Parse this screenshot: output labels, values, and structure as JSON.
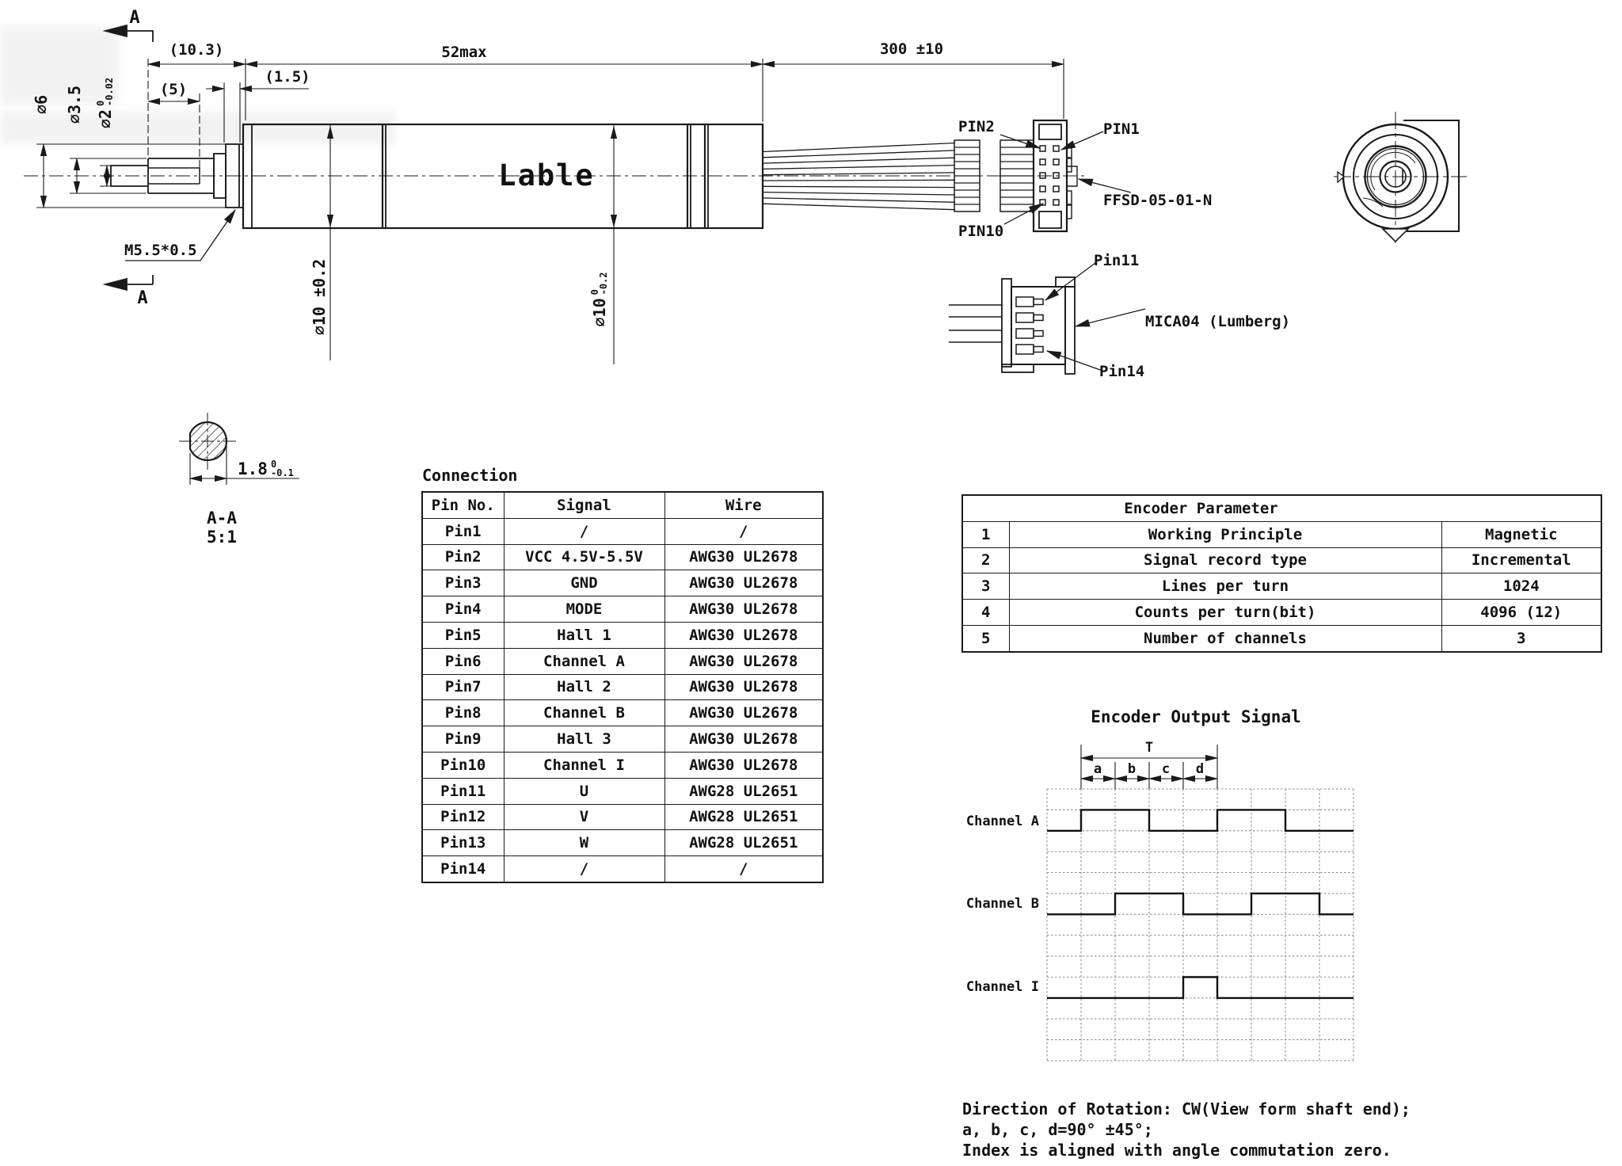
{
  "view": {
    "bg": "#ffffff",
    "ink": "#1a1a1a"
  },
  "side_view": {
    "label_on_body": "Lable",
    "dims": {
      "protrusion": "(10.3)",
      "flat_len": "(5)",
      "spacer": "(1.5)",
      "body_len": "52max",
      "cable_len": "300 ±10",
      "dia6": "⌀6",
      "dia3_5": "⌀3.5",
      "dia2": "⌀2",
      "dia2_tol_hi": "0",
      "dia2_tol_lo": "-0.02",
      "thread": "M5.5*0.5",
      "dia10_front": "⌀10 ±0.2",
      "dia10_rear": "⌀10",
      "dia10_rear_tol_hi": "0",
      "dia10_rear_tol_lo": "-0.2",
      "section_mark": "A"
    },
    "connector_labels": {
      "pin1": "PIN1",
      "pin2": "PIN2",
      "pin10": "PIN10",
      "ffsd": "FFSD-05-01-N",
      "pin11": "Pin11",
      "pin14": "Pin14",
      "mica": "MICA04 (Lumberg)"
    }
  },
  "section_view": {
    "dim": "1.8",
    "tol_hi": "0",
    "tol_lo": "-0.1",
    "name": "A-A",
    "scale": "5:1"
  },
  "connection_table": {
    "title": "Connection",
    "headers": [
      "Pin No.",
      "Signal",
      "Wire"
    ],
    "rows": [
      [
        "Pin1",
        "/",
        "/"
      ],
      [
        "Pin2",
        "VCC 4.5V-5.5V",
        "AWG30 UL2678"
      ],
      [
        "Pin3",
        "GND",
        "AWG30 UL2678"
      ],
      [
        "Pin4",
        "MODE",
        "AWG30 UL2678"
      ],
      [
        "Pin5",
        "Hall 1",
        "AWG30 UL2678"
      ],
      [
        "Pin6",
        "Channel A",
        "AWG30 UL2678"
      ],
      [
        "Pin7",
        "Hall 2",
        "AWG30 UL2678"
      ],
      [
        "Pin8",
        "Channel B",
        "AWG30 UL2678"
      ],
      [
        "Pin9",
        "Hall 3",
        "AWG30 UL2678"
      ],
      [
        "Pin10",
        "Channel I",
        "AWG30 UL2678"
      ],
      [
        "Pin11",
        "U",
        "AWG28 UL2651"
      ],
      [
        "Pin12",
        "V",
        "AWG28 UL2651"
      ],
      [
        "Pin13",
        "W",
        "AWG28 UL2651"
      ],
      [
        "Pin14",
        "/",
        "/"
      ]
    ]
  },
  "encoder_table": {
    "title": "Encoder Parameter",
    "rows": [
      [
        "1",
        "Working Principle",
        "Magnetic"
      ],
      [
        "2",
        "Signal record type",
        "Incremental"
      ],
      [
        "3",
        "Lines per turn",
        "1024"
      ],
      [
        "4",
        "Counts per turn(bit)",
        "4096 (12)"
      ],
      [
        "5",
        "Number of channels",
        "3"
      ]
    ]
  },
  "chart_data": {
    "type": "line",
    "subtype": "digital-timing-diagram",
    "title": "Encoder Output Signal",
    "channels": [
      "Channel A",
      "Channel B",
      "Channel I"
    ],
    "grid": {
      "cols": 9,
      "rows": 13,
      "style": "dotted",
      "visible": true
    },
    "x_axis": {
      "unit": "grid cells",
      "range": [
        0,
        9
      ],
      "cell_electrical_deg": 90
    },
    "series": [
      {
        "name": "Channel A",
        "wave": "square",
        "rise_cells": [
          1,
          5
        ],
        "fall_cells": [
          3,
          7
        ],
        "duty": "50%"
      },
      {
        "name": "Channel B",
        "wave": "square",
        "rise_cells": [
          2,
          6
        ],
        "fall_cells": [
          4,
          8
        ],
        "phase_vs_A_deg": 90
      },
      {
        "name": "Channel I",
        "wave": "pulse",
        "rise_cells": [
          4
        ],
        "fall_cells": [
          5
        ],
        "width_cells": 1
      }
    ],
    "period": {
      "label": "T",
      "span_cells": [
        1,
        5
      ]
    },
    "phase_labels": [
      "a",
      "b",
      "c",
      "d"
    ],
    "legend_position": "left"
  },
  "notes": {
    "line1": "Direction of Rotation: CW(View form shaft end);",
    "line2": "a, b, c, d=90° ±45°;",
    "line3": "Index is aligned with angle commutation zero."
  }
}
